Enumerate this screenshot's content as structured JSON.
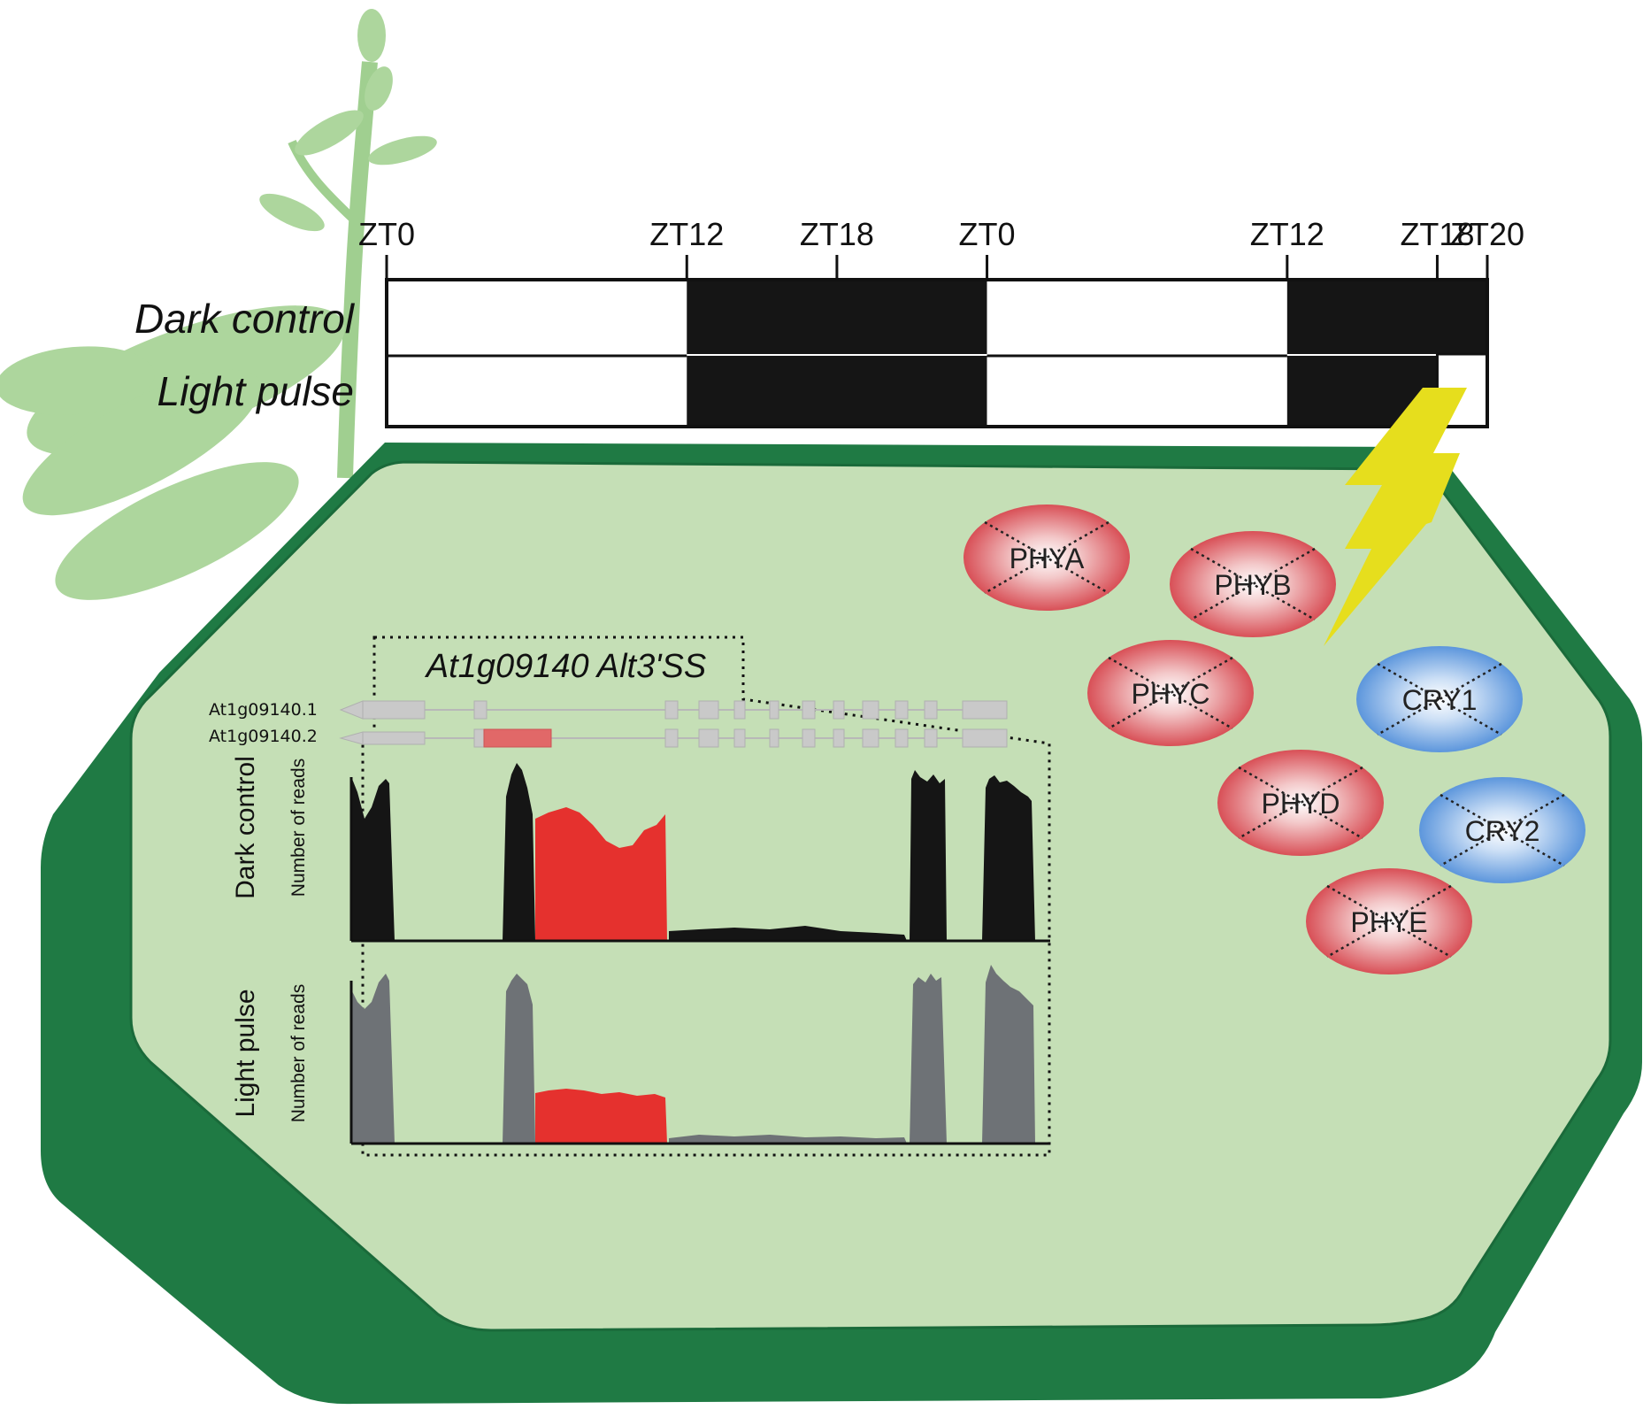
{
  "timeline": {
    "ticks": [
      {
        "label": "ZT0",
        "zt": 0
      },
      {
        "label": "ZT12",
        "zt": 12
      },
      {
        "label": "ZT18",
        "zt": 18
      },
      {
        "label": "ZT0",
        "zt": 24
      },
      {
        "label": "ZT12",
        "zt": 36
      },
      {
        "label": "ZT18",
        "zt": 42
      },
      {
        "label": "ZT20",
        "zt": 44
      }
    ],
    "rows": [
      {
        "label": "Dark control",
        "periods": [
          [
            0,
            12,
            "light"
          ],
          [
            12,
            24,
            "dark"
          ],
          [
            24,
            36,
            "light"
          ],
          [
            36,
            44,
            "dark"
          ]
        ]
      },
      {
        "label": "Light pulse",
        "periods": [
          [
            0,
            12,
            "light"
          ],
          [
            12,
            24,
            "dark"
          ],
          [
            24,
            36,
            "light"
          ],
          [
            36,
            42,
            "dark"
          ],
          [
            42,
            44,
            "light"
          ]
        ]
      }
    ]
  },
  "photoreceptors": [
    {
      "label": "PHYA",
      "type": "phytochrome"
    },
    {
      "label": "PHYB",
      "type": "phytochrome"
    },
    {
      "label": "PHYC",
      "type": "phytochrome"
    },
    {
      "label": "CRY1",
      "type": "cryptochrome"
    },
    {
      "label": "PHYD",
      "type": "phytochrome"
    },
    {
      "label": "CRY2",
      "type": "cryptochrome"
    },
    {
      "label": "PHYE",
      "type": "phytochrome"
    }
  ],
  "gene": {
    "title": "At1g09140 Alt3'SS",
    "isoforms": [
      "At1g09140.1",
      "At1g09140.2"
    ]
  },
  "tracks": [
    {
      "condition": "Dark control",
      "ylabel": "Number of reads"
    },
    {
      "condition": "Light pulse",
      "ylabel": "Number of reads"
    }
  ],
  "colors": {
    "cell_wall": "#1f7a44",
    "cytoplasm": "#c5dfb6",
    "phytochrome": "#d43c44",
    "cryptochrome": "#4a8ad8",
    "lightning": "#e6de1d",
    "alt_region": "#e5312e",
    "dark_reads": "#151515",
    "light_reads": "#6e7276",
    "exon": "#c9c9c9"
  }
}
